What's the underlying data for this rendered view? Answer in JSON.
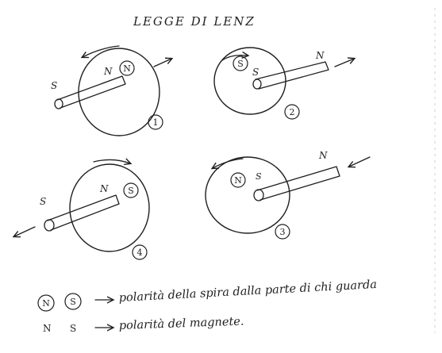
{
  "title": "LEGGE DI LENZ",
  "figures": [
    {
      "number": "1",
      "bar_labels": {
        "left_end": "S",
        "right_end": "N"
      },
      "loop_pole": "N",
      "current_direction": "counterclockwise",
      "magnet_motion": "toward-top-right"
    },
    {
      "number": "2",
      "bar_labels": {
        "left_end": "S",
        "right_end": "N"
      },
      "loop_pole": "S",
      "current_direction": "clockwise",
      "magnet_motion": "toward-top-right"
    },
    {
      "number": "4",
      "bar_labels": {
        "left_end": "S",
        "right_end": "N"
      },
      "loop_pole": "S",
      "current_direction": "clockwise",
      "magnet_motion": "toward-bottom-left"
    },
    {
      "number": "3",
      "bar_labels": {
        "left_end": "S",
        "right_end": "N"
      },
      "loop_pole": "N",
      "current_direction": "counterclockwise",
      "magnet_motion": "toward-bottom-left"
    }
  ],
  "legend": {
    "row1": {
      "symbols": [
        "N",
        "S"
      ],
      "text": "polarità della spira dalla parte di chi guarda"
    },
    "row2": {
      "symbols": [
        "N",
        "S"
      ],
      "text": "polarità del magnete."
    }
  },
  "colors": {
    "ink": "#1f1f1f",
    "paper": "#ffffff"
  }
}
